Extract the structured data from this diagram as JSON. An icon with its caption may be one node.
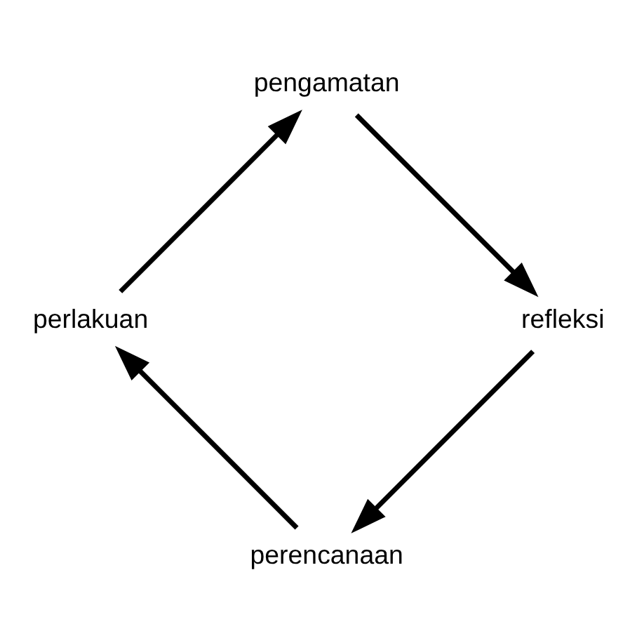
{
  "diagram": {
    "nodes": [
      {
        "text": [
          "perencanaan"
        ]
      },
      {
        "text": [
          "perlakuan"
        ]
      },
      {
        "text": [
          "pengamatan"
        ]
      },
      {
        "text": [
          "refleksi"
        ]
      }
    ],
    "edges": [
      {
        "from": 0,
        "to": 1,
        "arrow": "to"
      },
      {
        "from": 1,
        "to": 2,
        "arrow": "to"
      },
      {
        "from": 2,
        "to": 3,
        "arrow": "to"
      },
      {
        "from": 3,
        "to": 0,
        "arrow": "to"
      }
    ]
  }
}
